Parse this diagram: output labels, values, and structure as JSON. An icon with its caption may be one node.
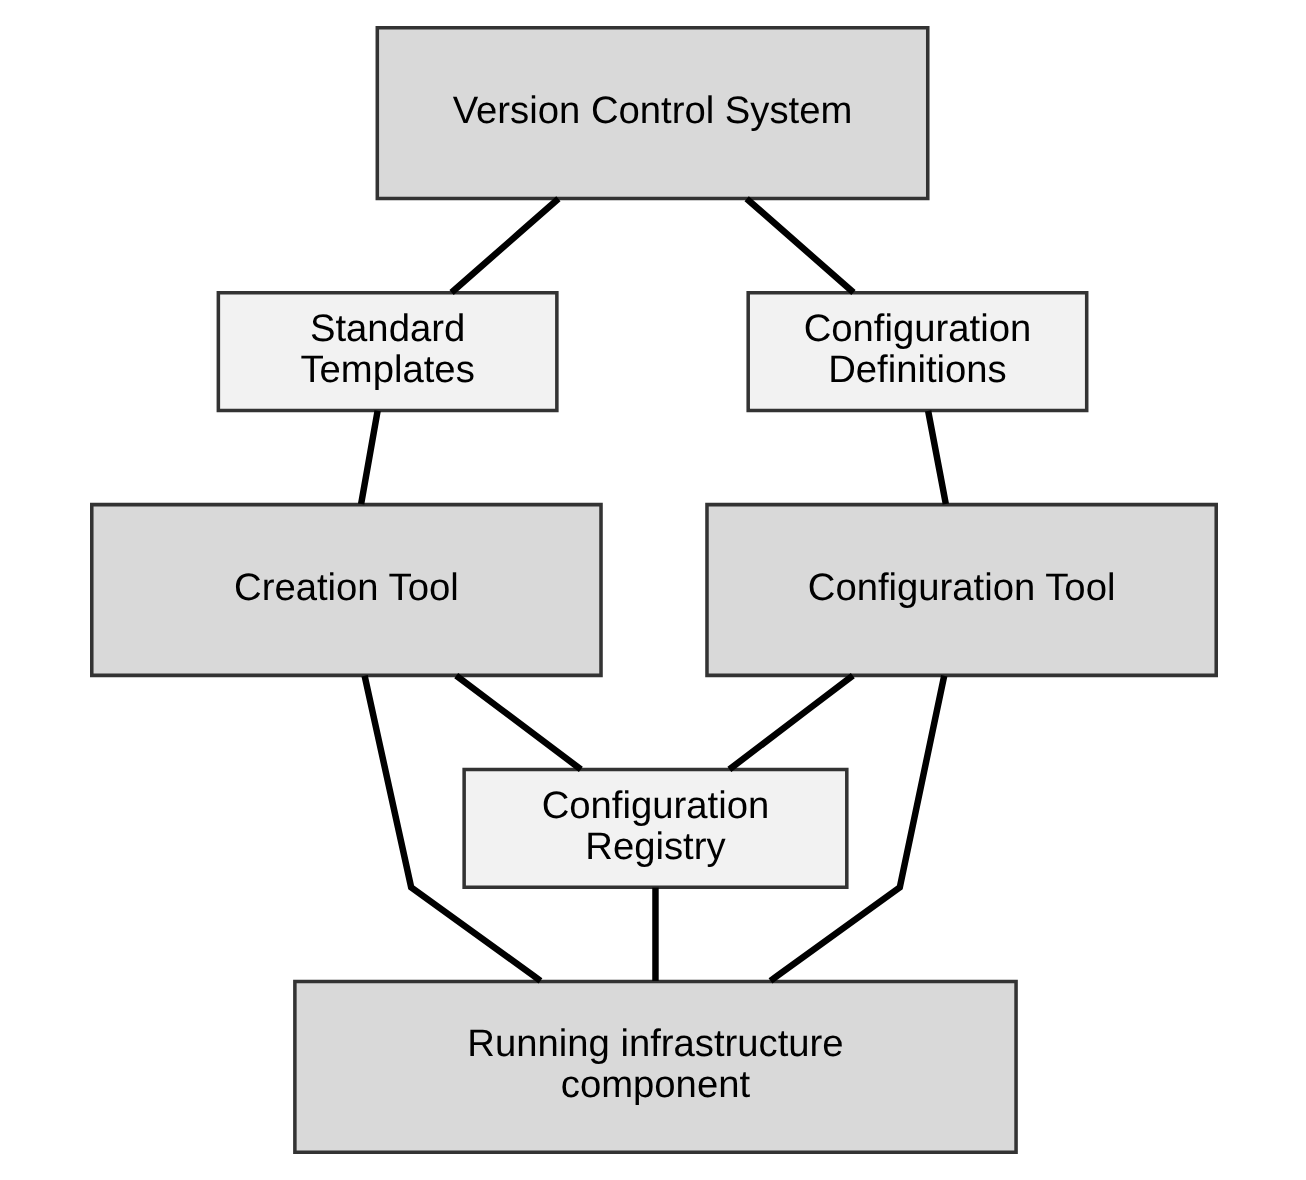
{
  "diagram": {
    "nodes": [
      {
        "text": [
          "Version Control System"
        ]
      },
      {
        "text": [
          "Standard Templates"
        ]
      },
      {
        "text": [
          "Configuration Definitions"
        ]
      },
      {
        "text": [
          "Creation Tool"
        ]
      },
      {
        "text": [
          "Configuration Tool"
        ]
      },
      {
        "text": [
          "Configuration Registry"
        ]
      },
      {
        "text": [
          "Running infrastructure component"
        ]
      }
    ],
    "edges": [
      {
        "from": 0,
        "to": 1,
        "arrow": "none"
      },
      {
        "from": 0,
        "to": 2,
        "arrow": "none"
      },
      {
        "from": 1,
        "to": 3,
        "arrow": "none"
      },
      {
        "from": 2,
        "to": 4,
        "arrow": "none"
      },
      {
        "from": 3,
        "to": 5,
        "arrow": "none"
      },
      {
        "from": 4,
        "to": 5,
        "arrow": "none"
      },
      {
        "from": 3,
        "to": 6,
        "arrow": "none"
      },
      {
        "from": 4,
        "to": 6,
        "arrow": "none"
      },
      {
        "from": 5,
        "to": 6,
        "arrow": "none"
      }
    ]
  }
}
